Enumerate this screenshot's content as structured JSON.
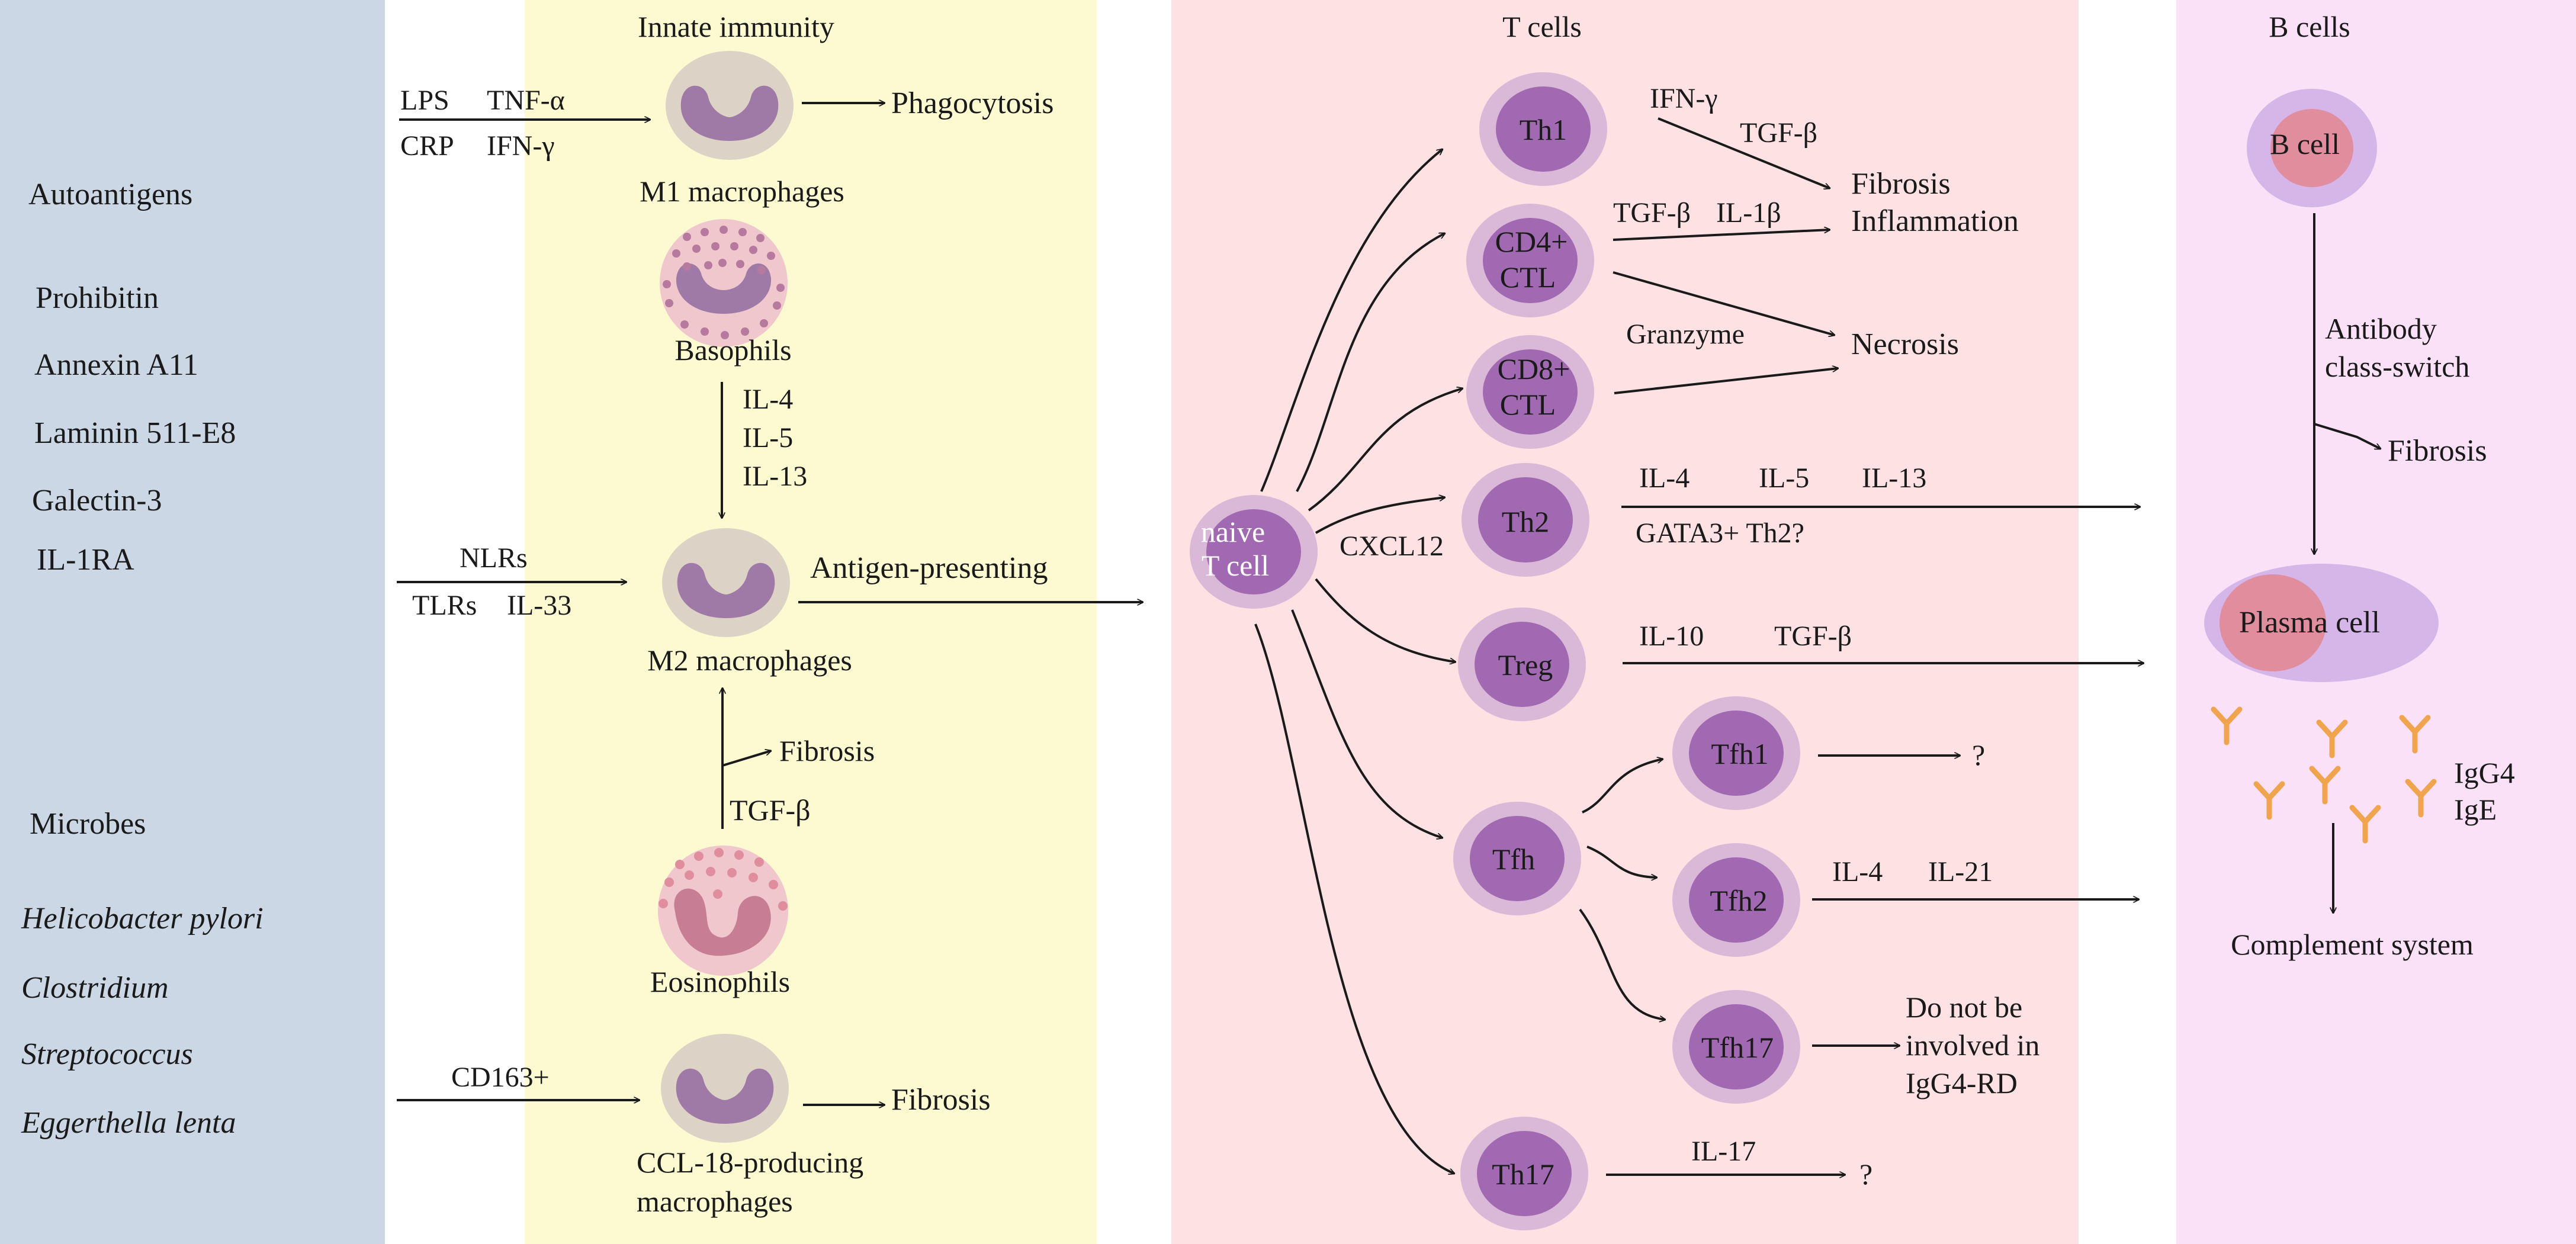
{
  "colors": {
    "left_panel": "#cbd7e5",
    "innate_panel": "#fdfad2",
    "t_panel": "#fde1e3",
    "b_panel": "#fbe1f7",
    "cell_outer": "#d9b8d8",
    "cell_inner": "#a169b1",
    "macro_body": "#dcd3c6",
    "macro_nucleus": "#9f7aa6",
    "granulocyte_body": "#efc7cd",
    "granule": "#b67a9e",
    "plasma_outer": "#d6b5e8",
    "plasma_nucleus": "#e08d9e",
    "antibody": "#f0a44d",
    "arrow": "#1a1a1a"
  },
  "panels": {
    "innate_title": "Innate immunity",
    "t_title": "T cells",
    "b_title": "B cells"
  },
  "left": {
    "autoantigens_title": "Autoantigens",
    "autoantigens": [
      "Prohibitin",
      "Annexin A11",
      "Laminin 511-E8",
      "Galectin-3",
      "IL-1RA"
    ],
    "microbes_title": "Microbes",
    "microbes": [
      "Helicobacter pylori",
      "Clostridium",
      "Streptococcus",
      "Eggerthella lenta"
    ]
  },
  "innate": {
    "m1": {
      "in_top": [
        "LPS",
        "TNF-α"
      ],
      "in_bottom": [
        "CRP",
        "IFN-γ"
      ],
      "label": "M1 macrophages",
      "out": "Phagocytosis"
    },
    "basophils": {
      "label": "Basophils",
      "cytokines": [
        "IL-4",
        "IL-5",
        "IL-13"
      ]
    },
    "m2": {
      "in_top": "NLRs",
      "in_bottom": [
        "TLRs",
        "IL-33"
      ],
      "label": "M2 macrophages",
      "out": "Antigen-presenting"
    },
    "eosinophils": {
      "label": "Eosinophils",
      "cytokine": "TGF-β",
      "branch": "Fibrosis"
    },
    "ccl18": {
      "in": "CD163+",
      "label_lines": [
        "CCL-18-producing",
        "macrophages"
      ],
      "out": "Fibrosis"
    }
  },
  "tcells": {
    "naive": [
      "naive",
      "T cell"
    ],
    "cxcl12": "CXCL12",
    "th1": "Th1",
    "cd4": [
      "CD4+",
      "CTL"
    ],
    "cd8": [
      "CD8+",
      "CTL"
    ],
    "th2": "Th2",
    "treg": "Treg",
    "tfh": "Tfh",
    "tfh1": "Tfh1",
    "tfh2": "Tfh2",
    "tfh17": "Tfh17",
    "th17": "Th17",
    "th1_cytokines": [
      "IFN-γ",
      "TGF-β"
    ],
    "cd4_cytokines": [
      "TGF-β",
      "IL-1β"
    ],
    "fibrosis_inflammation": [
      "Fibrosis",
      "Inflammation"
    ],
    "granzyme": "Granzyme",
    "necrosis": "Necrosis",
    "th2_cytokines": [
      "IL-4",
      "IL-5",
      "IL-13"
    ],
    "th2_note": "GATA3+ Th2?",
    "treg_cytokines": [
      "IL-10",
      "TGF-β"
    ],
    "tfh1_out": "?",
    "tfh2_cytokines": [
      "IL-4",
      "IL-21"
    ],
    "tfh17_out": [
      "Do not be",
      "involved in",
      "IgG4-RD"
    ],
    "th17_cytokine": "IL-17",
    "th17_out": "?"
  },
  "bcells": {
    "b_cell": "B cell",
    "switch_lines": [
      "Antibody",
      "class-switch"
    ],
    "fibrosis": "Fibrosis",
    "plasma_cell": "Plasma cell",
    "igs": [
      "IgG4",
      "IgE"
    ],
    "complement": "Complement system"
  }
}
